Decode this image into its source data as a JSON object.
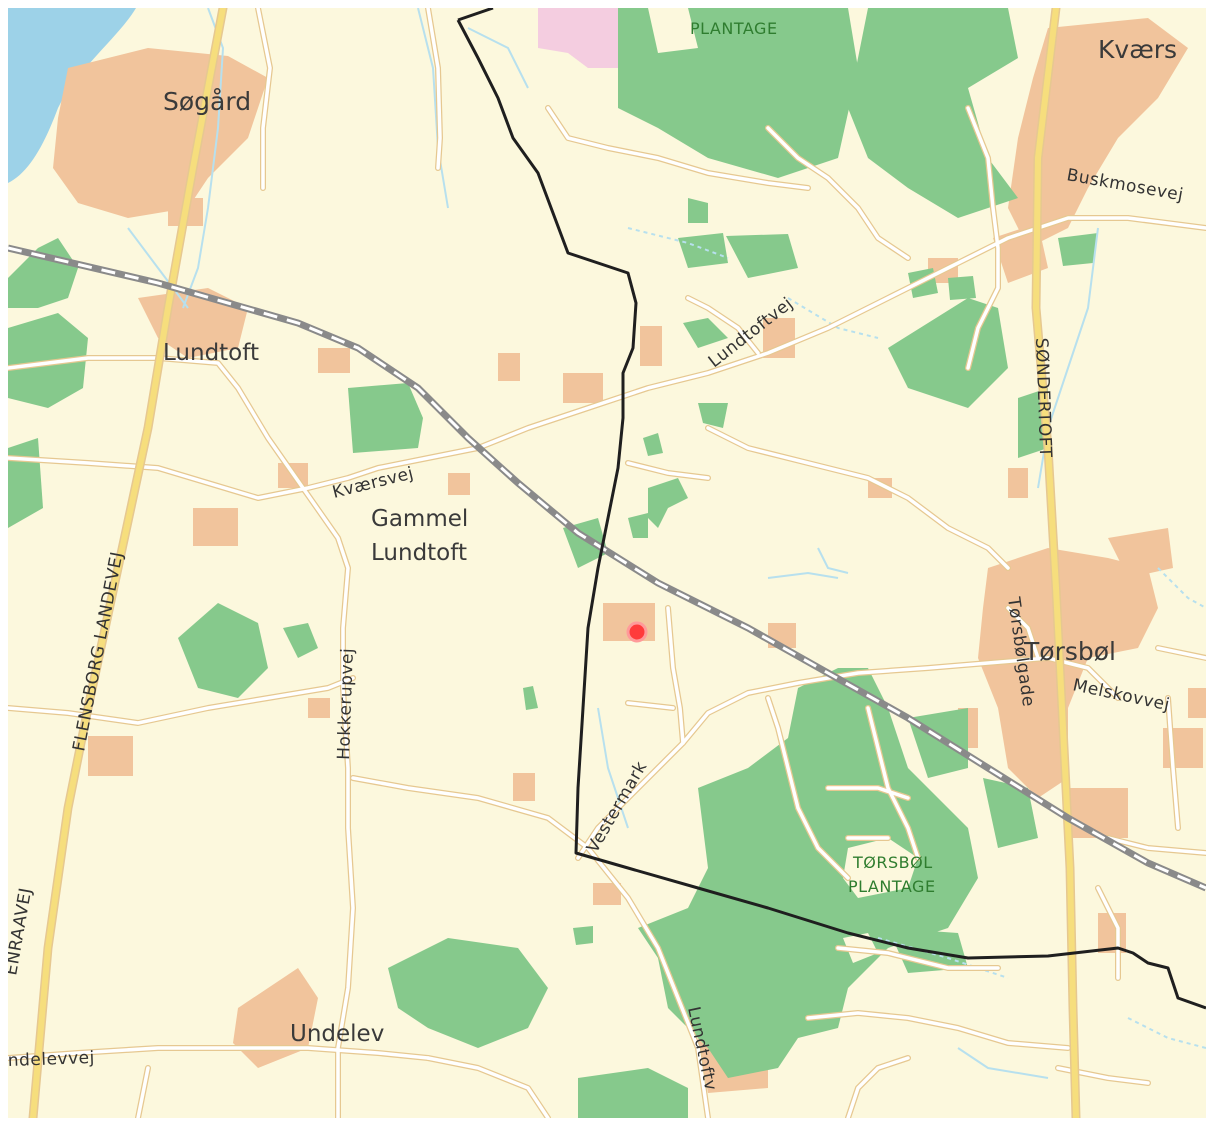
{
  "map": {
    "colors": {
      "background": "#fcf8dd",
      "forest": "#86c98c",
      "urban": "#f1c49c",
      "water": "#9dd2e8",
      "road_minor": "#ffffff",
      "road_major": "#f6de7d",
      "road_casing": "#e6c891",
      "railway": "#8a8a8a",
      "boundary": "#1f1f1f",
      "stream": "#b7e0ee",
      "marker": "#ff3b3b",
      "restricted": "#f4cde0"
    },
    "place_labels": {
      "sogard": "Søgård",
      "kvaers": "Kværs",
      "lundtoft": "Lundtoft",
      "gammel_1": "Gammel",
      "gammel_2": "Lundtoft",
      "torsbol": "Tørsbøl",
      "undelev": "Undelev"
    },
    "road_labels": {
      "buskmosevej": "Buskmosevej",
      "lundtoftvej_ne": "Lundtoftvej",
      "sondertoft": "SØNDERTOFT",
      "kvaersvej": "Kværsvej",
      "flensborg_landevej": "FLENSBORG LANDEVEJ",
      "aabenraavej": "ENRAAVEJ",
      "hokkerupvej": "Hokkerupvej",
      "torsbolgade": "Tørsbølgade",
      "melskovvej": "Melskovvej",
      "vestermark": "Vestermark",
      "lundtoftvej_s": "Lundtoftv",
      "undelevvej": "ndelevvej"
    },
    "forest_labels": {
      "plantage_top": "PLANTAGE",
      "torsbol_plantage_1": "TØRSBØL",
      "torsbol_plantage_2": "PLANTAGE"
    },
    "marker": {
      "icon": "location-dot-icon"
    }
  }
}
